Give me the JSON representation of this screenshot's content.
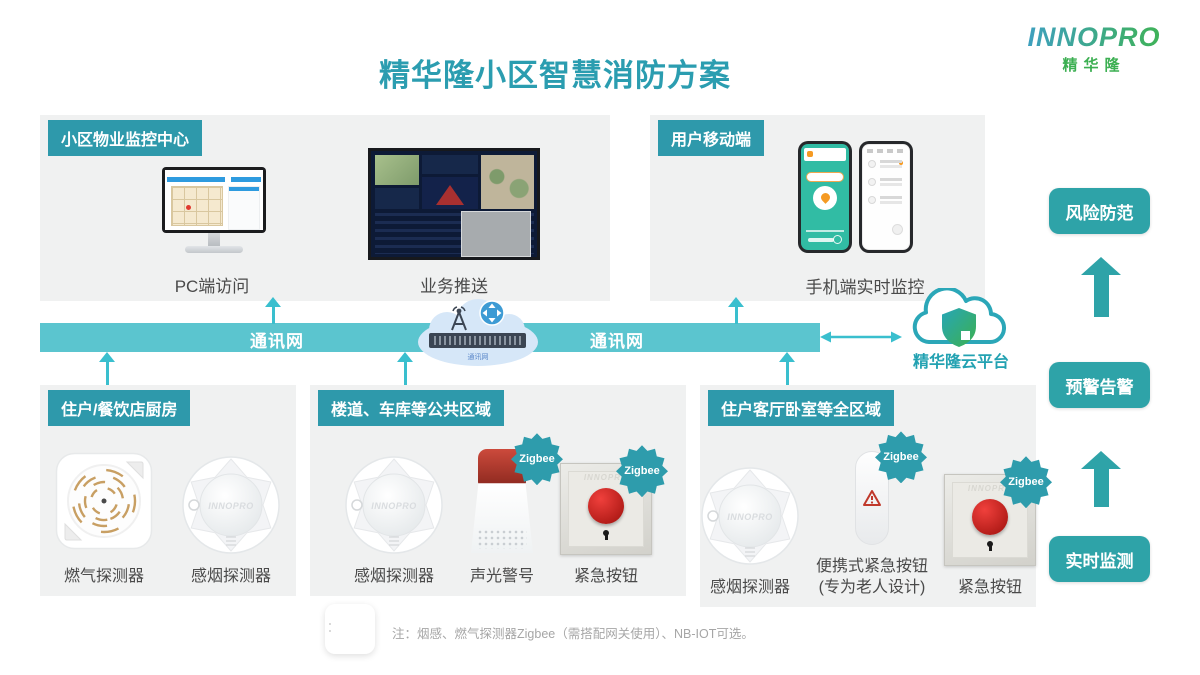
{
  "logo": {
    "brand": "INNOPRO",
    "sub": "精华隆"
  },
  "title": "精华隆小区智慧消防方案",
  "colors": {
    "title_teal": "#2B9DB0",
    "tag_teal": "#2E99AB",
    "bar_teal": "#5BC5CF",
    "pillar_teal": "#2EA3A8",
    "badge_teal": "#2E9CAC",
    "logo_green": "#3CAF52",
    "alarm_red": "#C0392B",
    "panel_gray": "#F0F1F1"
  },
  "monitor_center": {
    "tag": "小区物业监控中心",
    "pc_label": "PC端访问",
    "push_label": "业务推送"
  },
  "mobile": {
    "tag": "用户移动端",
    "caption": "手机端实时监控"
  },
  "network": {
    "bar_labels": [
      "通讯网",
      "通讯网"
    ],
    "switch_caption": "通讯网",
    "cloud_label": "精华隆云平台"
  },
  "zones": [
    {
      "tag": "住户/餐饮店厨房",
      "devices": [
        {
          "name": "燃气探测器",
          "type": "gas"
        },
        {
          "name": "感烟探测器",
          "type": "smoke"
        }
      ]
    },
    {
      "tag": "楼道、车库等公共区域",
      "devices": [
        {
          "name": "感烟探测器",
          "type": "smoke"
        },
        {
          "name": "声光警号",
          "type": "siren",
          "badge": "Zigbee"
        },
        {
          "name": "紧急按钮",
          "type": "button",
          "badge": "Zigbee"
        }
      ]
    },
    {
      "tag": "住户客厅卧室等全区域",
      "devices": [
        {
          "name": "感烟探测器",
          "type": "smoke"
        },
        {
          "name": "便携式紧急按钮",
          "sub": "(专为老人设计)",
          "type": "portable",
          "badge": "Zigbee"
        },
        {
          "name": "紧急按钮",
          "type": "button",
          "badge": "Zigbee"
        }
      ]
    }
  ],
  "pillars": [
    "风险防范",
    "预警告警",
    "实时监测"
  ],
  "watermark": "INNOPRO",
  "note": {
    "text": "注：烟感、燃气探测器Zigbee（需搭配网关使用）、NB-IOT可选。"
  }
}
